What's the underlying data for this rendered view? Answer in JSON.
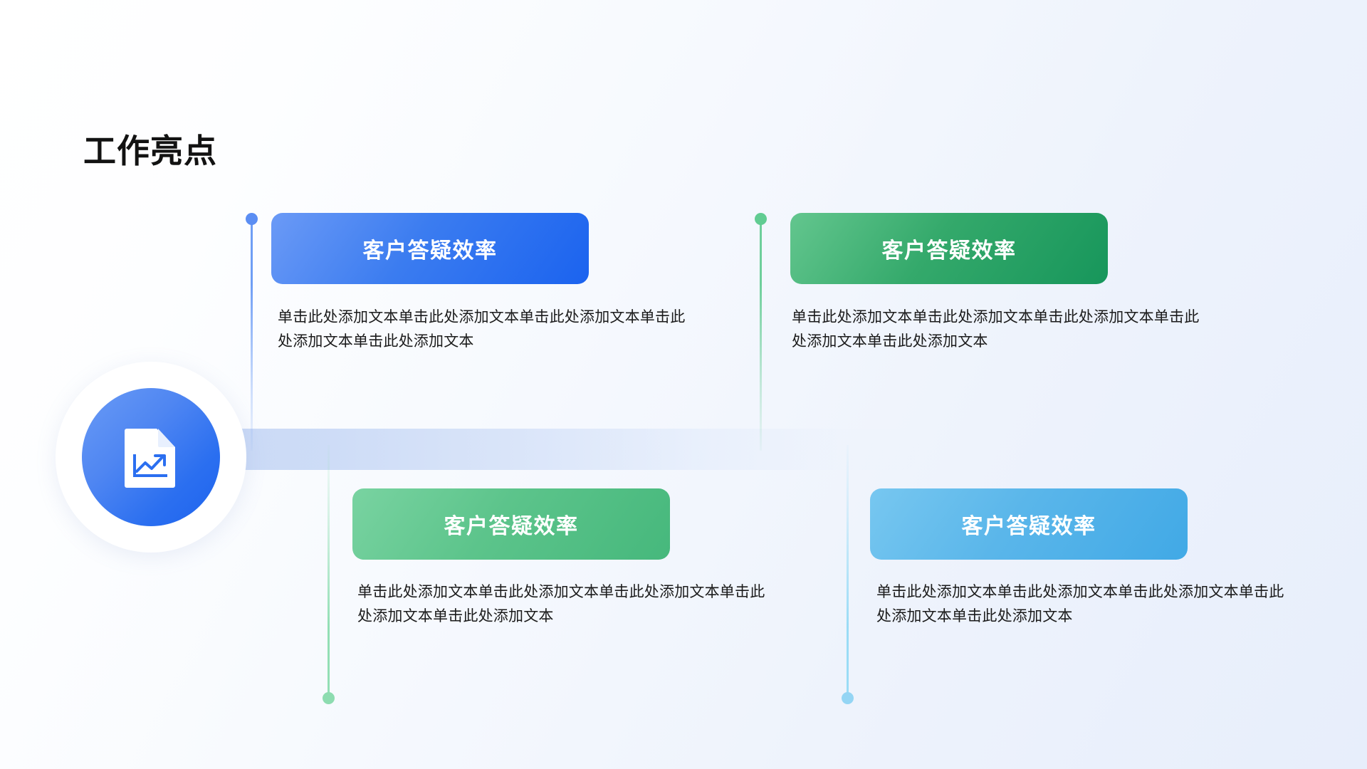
{
  "page": {
    "title": "工作亮点",
    "background_from": "#ffffff",
    "background_to": "#e7eefb"
  },
  "medallion": {
    "icon_name": "document-chart-icon",
    "ring_color": "#ffffff",
    "disc_from": "#6a9bf5",
    "disc_to": "#1d63ee"
  },
  "timeline": {
    "band_color": "#c5d6f5"
  },
  "cards": [
    {
      "id": "card-1",
      "position": "top-left",
      "title": "客户答疑效率",
      "body": "单击此处添加文本单击此处添加文本单击此处添加文本单击此处添加文本单击此处添加文本",
      "accent": "#3b7cf0",
      "gradient_from": "#6b9af6",
      "gradient_to": "#1b63ef",
      "dot_color": "#5b8ef3",
      "stem_color": "#6f9ef5"
    },
    {
      "id": "card-2",
      "position": "top-right",
      "title": "客户答疑效率",
      "body": "单击此处添加文本单击此处添加文本单击此处添加文本单击此处添加文本单击此处添加文本",
      "accent": "#34a96b",
      "gradient_from": "#63c68e",
      "gradient_to": "#17965b",
      "dot_color": "#61cc92",
      "stem_color": "#6ecf9b"
    },
    {
      "id": "card-3",
      "position": "bottom-left",
      "title": "客户答疑效率",
      "body": "单击此处添加文本单击此处添加文本单击此处添加文本单击此处添加文本单击此处添加文本",
      "accent": "#5cc48b",
      "gradient_from": "#79d3a1",
      "gradient_to": "#46b87c",
      "dot_color": "#8ddcb0",
      "stem_color": "#93dfb5"
    },
    {
      "id": "card-4",
      "position": "bottom-right",
      "title": "客户答疑效率",
      "body": "单击此处添加文本单击此处添加文本单击此处添加文本单击此处添加文本单击此处添加文本",
      "accent": "#5ab6ea",
      "gradient_from": "#77c7f0",
      "gradient_to": "#41a9e6",
      "dot_color": "#94d5f4",
      "stem_color": "#9adcf6"
    }
  ]
}
